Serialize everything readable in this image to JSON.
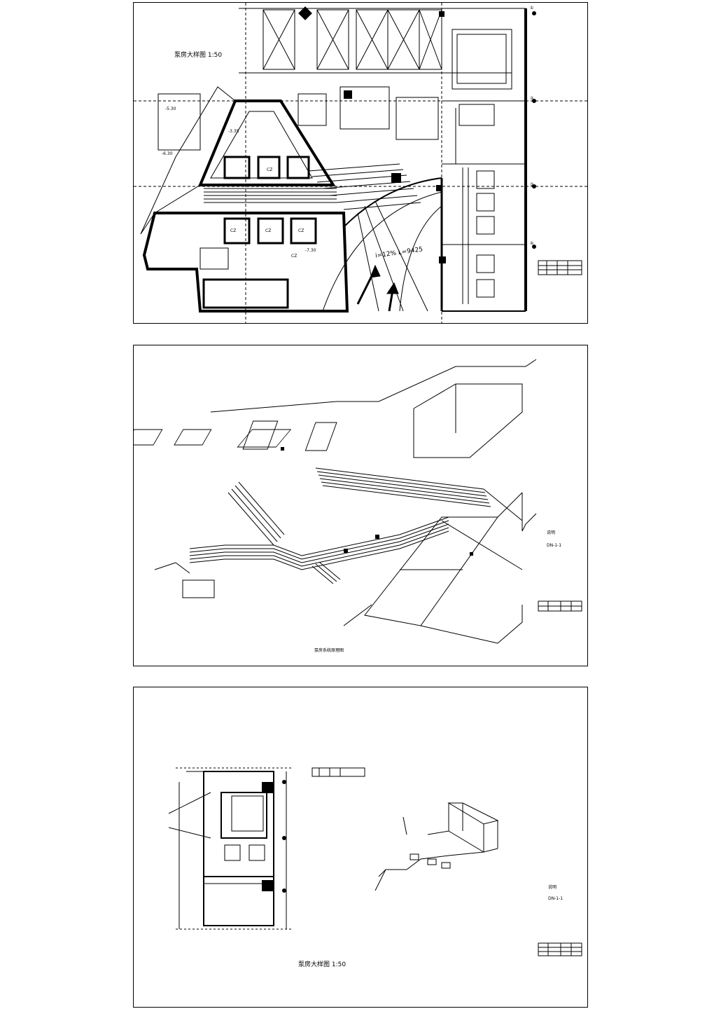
{
  "sheet1": {
    "plan_title": "泵房大样图 1:50",
    "elev_a": "-5.30",
    "elev_b": "-3.35",
    "elev_c": "-6.30",
    "elev_d": "-7.30",
    "ramp_label": "i=12% L=9425",
    "room_labels": [
      "CZ",
      "CZ",
      "CZ",
      "CZ",
      "CZ"
    ],
    "axis_marks": [
      "①",
      "②",
      "③",
      "④"
    ]
  },
  "sheet2": {
    "system_title": "泵房系统原理图",
    "note_title": "说明",
    "note_line": "DN-1-1"
  },
  "sheet3": {
    "plan_title": "泵房大样图 1:50",
    "note_title": "说明",
    "note_line": "DN-1-1"
  }
}
